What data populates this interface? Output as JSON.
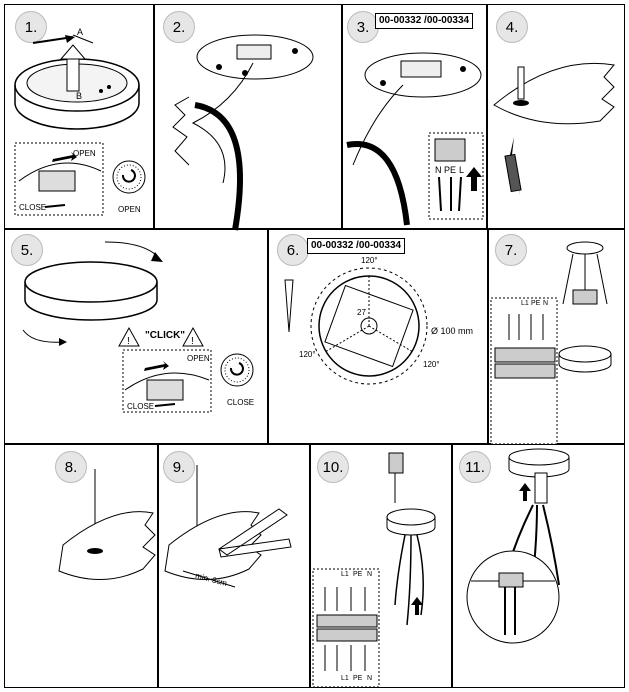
{
  "steps": {
    "s1": {
      "num": "1.",
      "arrow_a": "A",
      "arrow_b": "B",
      "open": "OPEN",
      "close": "CLOSE",
      "open_clock": "OPEN"
    },
    "s2": {
      "num": "2."
    },
    "s3": {
      "num": "3.",
      "codes": "00-00332 /00-00334",
      "n": "N",
      "pe": "PE",
      "l": "L"
    },
    "s4": {
      "num": "4."
    },
    "s5": {
      "num": "5.",
      "click": "\"CLICK\"",
      "open": "OPEN",
      "close": "CLOSE",
      "close_clock": "CLOSE"
    },
    "s6": {
      "num": "6.",
      "codes": "00-00332 /00-00334",
      "angle_top": "120°",
      "angle_left": "120°",
      "angle_right": "120°",
      "diameter": "Ø 100 mm",
      "small_angle": "27"
    },
    "s7": {
      "num": "7.",
      "l1": "L1",
      "pe": "PE",
      "n": "N"
    },
    "s8": {
      "num": "8."
    },
    "s9": {
      "num": "9.",
      "min": "min. 3cm"
    },
    "s10": {
      "num": "10.",
      "top_l1": "L1",
      "top_pe": "PE",
      "top_n": "N",
      "bot_l1": "L1",
      "bot_pe": "PE",
      "bot_n": "N"
    },
    "s11": {
      "num": "11."
    }
  }
}
